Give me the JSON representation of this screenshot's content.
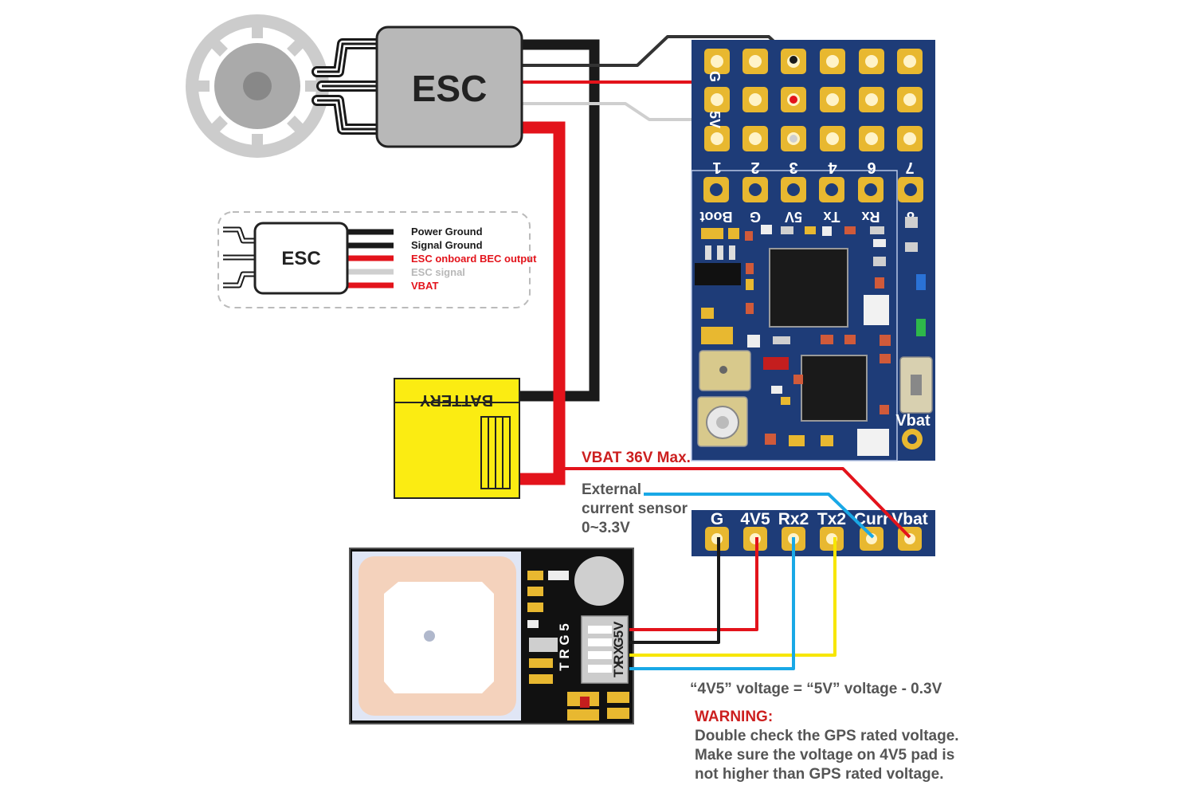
{
  "colors": {
    "board_blue": "#1e3c78",
    "pad_gold": "#e8b830",
    "wire_red": "#e3131b",
    "wire_black": "#1a1a1a",
    "wire_gray": "#cfcfcf",
    "wire_yellow": "#f7e600",
    "wire_blue": "#19a8e6",
    "battery_yellow": "#fbec12",
    "warning_red": "#cc1f1f"
  },
  "esc": {
    "label": "ESC",
    "legend_label": "ESC",
    "legend": [
      {
        "text": "Power Ground",
        "color": "#1a1a1a"
      },
      {
        "text": "Signal Ground",
        "color": "#1a1a1a"
      },
      {
        "text": "ESC onboard BEC output",
        "color": "#e3131b"
      },
      {
        "text": "ESC signal",
        "color": "#b8b8b8"
      },
      {
        "text": "VBAT",
        "color": "#e3131b"
      }
    ]
  },
  "battery": {
    "label": "BATTERY"
  },
  "fc": {
    "motor_pad_numbers": [
      "1",
      "2",
      "3",
      "4",
      "6",
      "7"
    ],
    "row_labels": [
      "G",
      "5V"
    ],
    "header_pins": [
      "Boot",
      "G",
      "5V",
      "Tx",
      "Rx",
      "8"
    ],
    "vbat_label": "Vbat"
  },
  "pdb": {
    "pins": [
      "G",
      "4V5",
      "Rx2",
      "Tx2",
      "Curr",
      "Vbat"
    ]
  },
  "gps": {
    "model": "T R G 5",
    "connector_pins": [
      "5V",
      "G",
      "RX",
      "TX"
    ]
  },
  "labels": {
    "vbat_max": "VBAT  36V Max.",
    "current_sensor": [
      "External",
      "current sensor",
      "0~3.3V"
    ],
    "voltage_note": "“4V5” voltage = “5V” voltage - 0.3V",
    "warning_title": "WARNING:",
    "warning_lines": [
      "Double check the GPS rated voltage.",
      "Make sure the voltage on 4V5 pad is",
      "not higher than GPS rated voltage."
    ]
  }
}
